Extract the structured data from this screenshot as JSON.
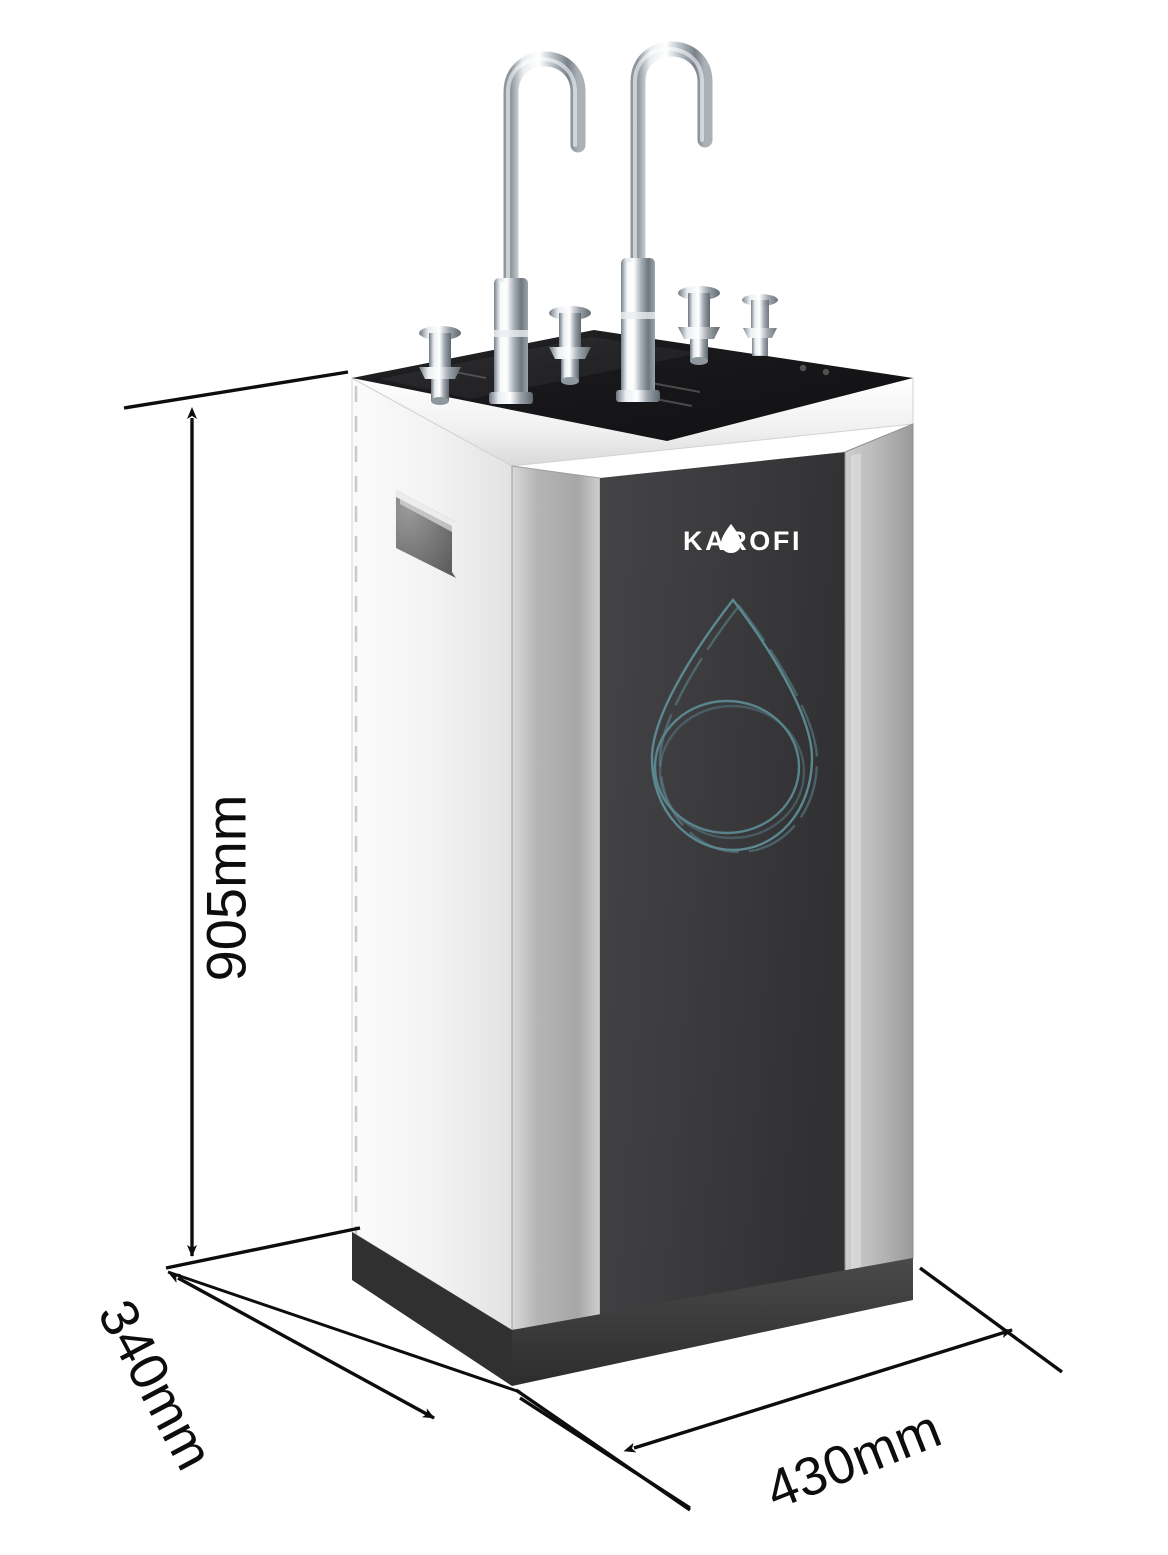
{
  "diagram": {
    "type": "product-dimension-diagram",
    "product_name": "KAROFI",
    "view": "isometric-3d-perspective",
    "background_color": "#ffffff",
    "line_color": "#0d0d0d"
  },
  "brand": {
    "logo_text": "KAROFI",
    "logo_color": "#ffffff",
    "droplet_accent_color": "#5f8f99"
  },
  "dimensions": {
    "height": {
      "value": "905mm",
      "axis": "vertical",
      "rotation_deg": -90,
      "arrow_style": "double-arrow"
    },
    "depth": {
      "value": "340mm",
      "axis": "depth-diagonal",
      "rotation_deg": 62,
      "arrow_style": "double-arrow"
    },
    "width": {
      "value": "430mm",
      "axis": "width-diagonal",
      "rotation_deg": -21.5,
      "arrow_style": "double-arrow"
    }
  },
  "product": {
    "colors": {
      "top_panel": "#1c1c1e",
      "front_panel_dark": "#3b3b3d",
      "side_panel_gray": "#b9b9b9",
      "left_panel_white": "#f6f6f6",
      "base_plinth": "#3a3a3a",
      "chrome": "#c8cdd2",
      "droplet_outline": "#5f8f99"
    },
    "components": [
      {
        "name": "gooseneck-faucet-left",
        "type": "faucet"
      },
      {
        "name": "gooseneck-faucet-right",
        "type": "faucet"
      },
      {
        "name": "valve-knob-1",
        "type": "knob"
      },
      {
        "name": "valve-knob-2",
        "type": "knob"
      },
      {
        "name": "valve-knob-3",
        "type": "knob"
      },
      {
        "name": "valve-knob-4",
        "type": "knob"
      },
      {
        "name": "side-vent-handle",
        "type": "vent"
      },
      {
        "name": "water-droplet-graphic",
        "type": "graphic"
      },
      {
        "name": "base-plinth",
        "type": "base"
      }
    ]
  }
}
